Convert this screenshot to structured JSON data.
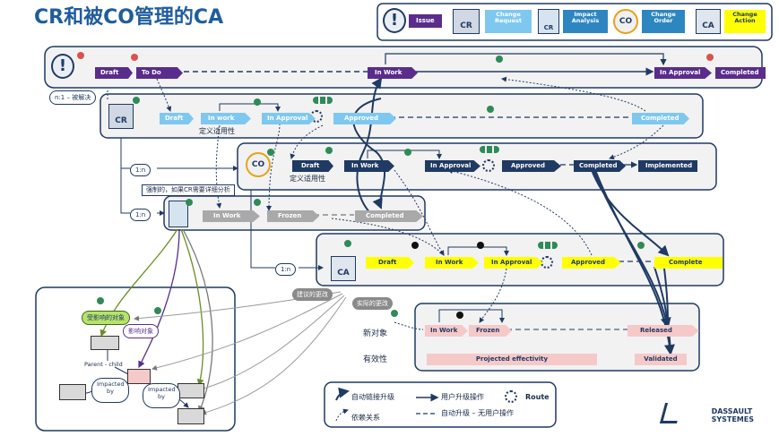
{
  "title": "CR和被CO管理的CA",
  "legend": {
    "issue": "Issue",
    "change_request": "Change Request",
    "impact_analysis": "Impact Analysis",
    "change_order": "Change Order",
    "change_action": "Change Action",
    "icon_labels": {
      "cr": "CR",
      "co": "CO",
      "ca": "CA"
    }
  },
  "issue_lane": {
    "states": [
      "Draft",
      "To Do",
      "In Work",
      "In Approval",
      "Completed"
    ]
  },
  "cr_lane": {
    "states": [
      "Draft",
      "In work",
      "In Approval",
      "Approved",
      "Completed"
    ],
    "note": "定义适用性",
    "relation": "n:1 – 被解决"
  },
  "co_lane": {
    "states": [
      "Draft",
      "In Work",
      "In Approval",
      "Approved",
      "Completed",
      "Implemented"
    ],
    "note": "定义适用性",
    "relation": "1:n"
  },
  "ia_lane": {
    "states": [
      "In Work",
      "Frozen",
      "Completed"
    ],
    "relation": "1:n",
    "note": "强制的，如果CR需要详细分析"
  },
  "ca_lane": {
    "states": [
      "Draft",
      "In Work",
      "In Approval",
      "Approved",
      "Complete"
    ],
    "relation": "1:n"
  },
  "impact_box": {
    "affected": "受影响的对象",
    "impacted": "影响对象",
    "parent_child": "Parent - child",
    "impacted_by": "Impacted by"
  },
  "proposed_change": "建议的更改",
  "actual_change": "实际的更改",
  "new_object": "新对象",
  "effectivity": "有效性",
  "object_lane": {
    "states": [
      "In Work",
      "Frozen",
      "Released"
    ],
    "projected": "Projected effectivity",
    "validated": "Validated"
  },
  "bottom_legend": {
    "auto_promote": "自动链接升级",
    "dependency": "依赖关系",
    "user_promote": "用户升级操作",
    "auto_no_user": "自动升级 – 无用户操作",
    "route": "Route"
  },
  "brand": {
    "line1": "DASSAULT",
    "line2": "SYSTEMES"
  },
  "colors": {
    "navy": "#1f3a63",
    "purple": "#5a2d8c",
    "lightblue": "#7ec8f0",
    "grey": "#a9a9a9",
    "yellow": "#ffff00",
    "pink": "#f6c9c9",
    "green": "#2e8b57",
    "red": "#d9534f"
  }
}
